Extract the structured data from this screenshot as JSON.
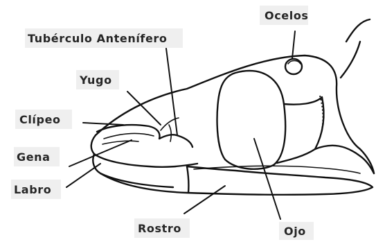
{
  "labels": {
    "ocelos": "Ocelos",
    "tuberculo": "Tubérculo Antenífero",
    "yugo": "Yugo",
    "clipeo": "Clípeo",
    "gena": "Gena",
    "labro": "Labro",
    "rostro": "Rostro",
    "ojo": "Ojo"
  }
}
